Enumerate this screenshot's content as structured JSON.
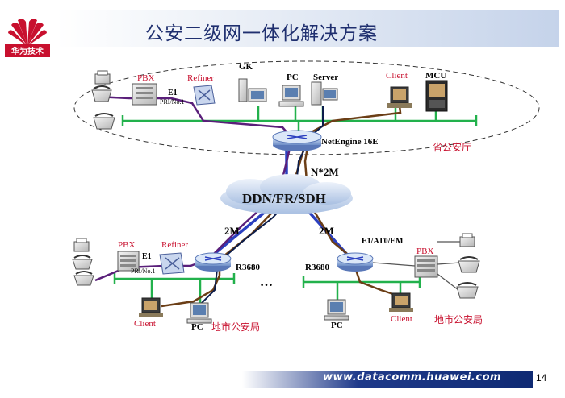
{
  "header": {
    "logo_text": "华为技术",
    "title": "公安二级网一体化解决方案"
  },
  "footer": {
    "url": "www.datacomm.huawei.com",
    "page_number": "14"
  },
  "colors": {
    "title": "#1f2f6f",
    "red_label": "#c8102e",
    "lan_line": "#22b14c",
    "blue_link": "#2b3fbf",
    "purple_link": "#5a1f7a",
    "brown_link": "#6b3e16",
    "cloud": "#c8d8ee"
  },
  "top_site": {
    "name": "省公安厅",
    "pbx": "PBX",
    "refiner": "Refiner",
    "e1": "E1",
    "pri": "PRI/No.1",
    "gk": "GK",
    "pc": "PC",
    "server": "Server",
    "client": "Client",
    "mcu": "MCU",
    "router": "NetEngine 16E"
  },
  "wan": {
    "cloud_label": "DDN/FR/SDH",
    "uplink": "N*2M",
    "left_link": "2M",
    "right_link": "2M"
  },
  "left_site": {
    "name": "地市公安局",
    "pbx": "PBX",
    "refiner": "Refiner",
    "e1": "E1",
    "pri": "PRI/No.1",
    "router": "R3680",
    "client": "Client",
    "pc": "PC"
  },
  "ellipsis": "…",
  "right_site": {
    "name": "地市公安局",
    "router": "R3680",
    "e1": "E1/AT0/EM",
    "pbx": "PBX",
    "pc": "PC",
    "client": "Client"
  }
}
